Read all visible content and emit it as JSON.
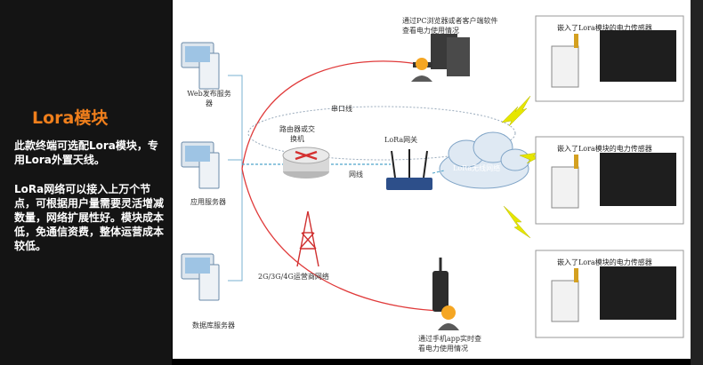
{
  "left": {
    "title": "Lora模块",
    "desc1": "此款终端可选配Lora模块，专用Lora外置天线。",
    "desc2": "LoRa网络可以接入上万个节点，可根据用户量需要灵活增减数量，网络扩展性好。模块成本低，免通信资费，整体运营成本较低。"
  },
  "diagram": {
    "web_server": "Web发布服务器",
    "app_server": "应用服务器",
    "db_server": "数据库服务器",
    "router": "路由器或交换机",
    "serial": "串口线",
    "ethernet": "网线",
    "lora_gateway": "LoRa网关",
    "lora_network": "LoRa无线网络",
    "pc_client": "通过PC浏览器或者客户端软件查看电力使用情况",
    "mobile_app": "通过手机app实时查看电力使用情况",
    "carrier_network": "2G/3G/4G运营商网络",
    "sensor_title": "嵌入了Lora模块的电力传感器"
  },
  "colors": {
    "accent": "#f07f1c",
    "red_link": "#e03a3a",
    "blue_link": "#5aa0c8",
    "lightning": "#e6e600"
  }
}
